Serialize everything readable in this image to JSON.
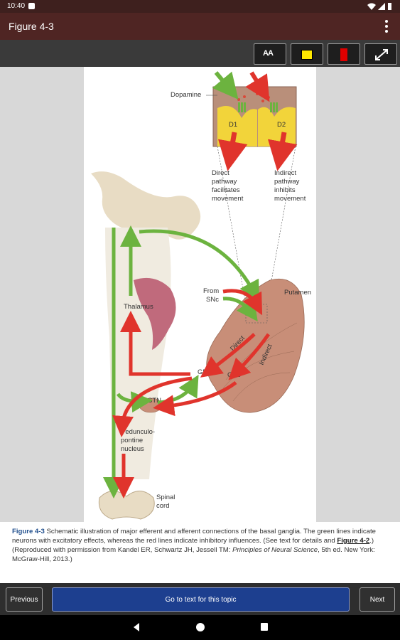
{
  "status_bar": {
    "time": "10:40"
  },
  "app_bar": {
    "title": "Figure 4-3"
  },
  "toolbar": {
    "text_size_label": "AA"
  },
  "figure": {
    "labels": {
      "dopamine": "Dopamine",
      "d1": "D1",
      "d2": "D2",
      "direct_caption": [
        "Direct",
        "pathway",
        "facilitates",
        "movement"
      ],
      "indirect_caption": [
        "Indirect",
        "pathway",
        "inhibits",
        "movement"
      ],
      "putamen": "Putamen",
      "from_snc": [
        "From",
        "SNc"
      ],
      "thalamus": "Thalamus",
      "direct": "Direct",
      "indirect": "Indirect",
      "gpi": "GPi",
      "gpe": "GPe",
      "stn": "STN",
      "pedunculo": [
        "Pedunculo-",
        "pontine",
        "nucleus"
      ],
      "spinal": [
        "Spinal",
        "cord"
      ]
    },
    "colors": {
      "excitatory": "#6cb33f",
      "inhibitory": "#e0342c",
      "tissue": "#c88e78",
      "cortex": "#e8dcc4",
      "thalamus": "#c06a7c"
    }
  },
  "caption": {
    "label": "Figure 4-3",
    "text1": " Schematic illustration of major efferent and afferent connections of the basal ganglia. The green lines indicate neurons with excitatory effects, whereas the red lines indicate inhibitory influences. (See text for details and ",
    "link": "Figure 4-2",
    "text2": ".) (Reproduced with permission from Kandel ER, Schwartz JH, Jessell TM: ",
    "book": "Principles of Neural Science",
    "text3": ", 5th ed. New York: McGraw-Hill, 2013.)"
  },
  "bottom_bar": {
    "previous": "Previous",
    "goto": "Go to text for this topic",
    "next": "Next"
  }
}
